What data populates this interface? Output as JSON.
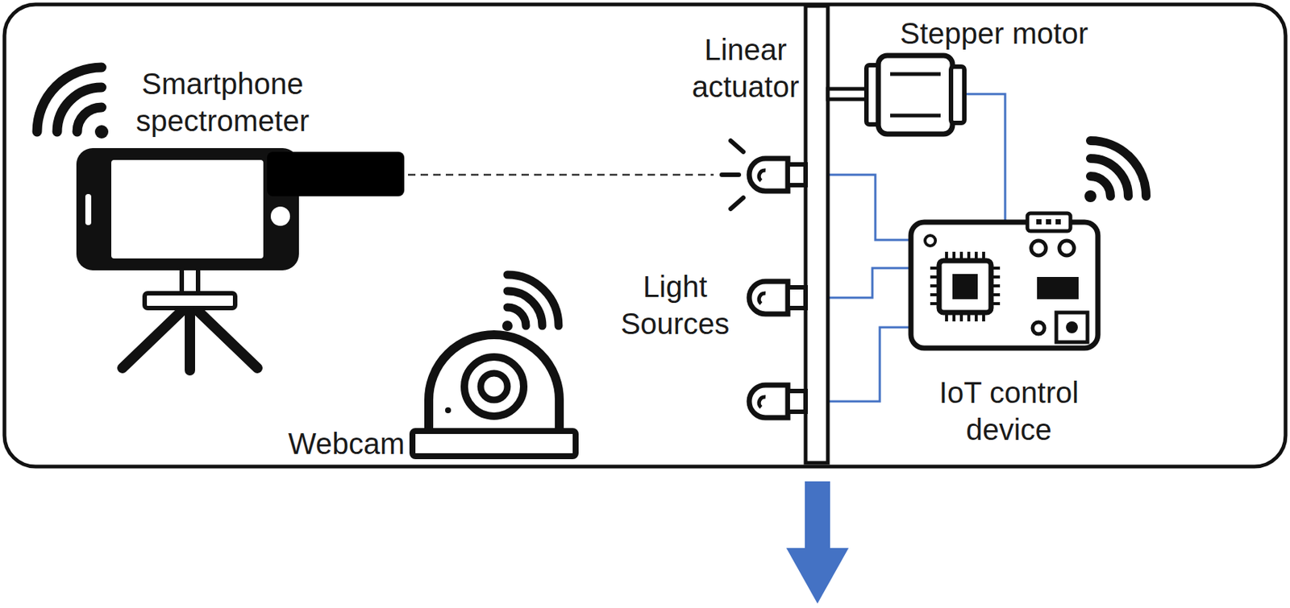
{
  "diagram": {
    "labels": [
      "Smartphone spectrometer",
      "Linear actuator",
      "Stepper motor",
      "Light Sources",
      "IoT control device",
      "Webcam"
    ]
  }
}
